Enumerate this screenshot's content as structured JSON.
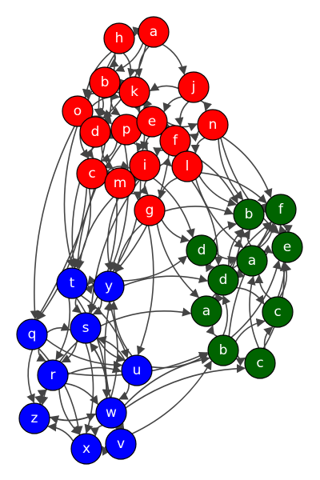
{
  "colors": {
    "red": "#ff0000",
    "blue": "#0000ff",
    "green": "#006400",
    "edge": "#444444"
  },
  "nodes": [
    {
      "id": "r_h",
      "label": "h",
      "group": "red"
    },
    {
      "id": "r_a",
      "label": "a",
      "group": "red"
    },
    {
      "id": "r_b",
      "label": "b",
      "group": "red"
    },
    {
      "id": "r_k",
      "label": "k",
      "group": "red"
    },
    {
      "id": "r_j",
      "label": "j",
      "group": "red"
    },
    {
      "id": "r_o",
      "label": "o",
      "group": "red"
    },
    {
      "id": "r_d",
      "label": "d",
      "group": "red"
    },
    {
      "id": "r_p",
      "label": "p",
      "group": "red"
    },
    {
      "id": "r_e",
      "label": "e",
      "group": "red"
    },
    {
      "id": "r_n",
      "label": "n",
      "group": "red"
    },
    {
      "id": "r_f",
      "label": "f",
      "group": "red"
    },
    {
      "id": "r_c",
      "label": "c",
      "group": "red"
    },
    {
      "id": "r_m",
      "label": "m",
      "group": "red"
    },
    {
      "id": "r_i",
      "label": "i",
      "group": "red"
    },
    {
      "id": "r_l",
      "label": "l",
      "group": "red"
    },
    {
      "id": "r_g",
      "label": "g",
      "group": "red"
    },
    {
      "id": "g_b1",
      "label": "b",
      "group": "green"
    },
    {
      "id": "g_f",
      "label": "f",
      "group": "green"
    },
    {
      "id": "g_d1",
      "label": "d",
      "group": "green"
    },
    {
      "id": "g_e",
      "label": "e",
      "group": "green"
    },
    {
      "id": "g_a1",
      "label": "a",
      "group": "green"
    },
    {
      "id": "g_d2",
      "label": "d",
      "group": "green"
    },
    {
      "id": "g_a2",
      "label": "a",
      "group": "green"
    },
    {
      "id": "g_c1",
      "label": "c",
      "group": "green"
    },
    {
      "id": "g_b2",
      "label": "b",
      "group": "green"
    },
    {
      "id": "g_c2",
      "label": "c",
      "group": "green"
    },
    {
      "id": "b_t",
      "label": "t",
      "group": "blue"
    },
    {
      "id": "b_y",
      "label": "y",
      "group": "blue"
    },
    {
      "id": "b_q",
      "label": "q",
      "group": "blue"
    },
    {
      "id": "b_s",
      "label": "s",
      "group": "blue"
    },
    {
      "id": "b_r",
      "label": "r",
      "group": "blue"
    },
    {
      "id": "b_u",
      "label": "u",
      "group": "blue"
    },
    {
      "id": "b_w",
      "label": "w",
      "group": "blue"
    },
    {
      "id": "b_z",
      "label": "z",
      "group": "blue"
    },
    {
      "id": "b_x",
      "label": "x",
      "group": "blue"
    },
    {
      "id": "b_v",
      "label": "v",
      "group": "blue"
    }
  ],
  "edges": [
    [
      "r_h",
      "r_b"
    ],
    [
      "r_a",
      "r_h"
    ],
    [
      "r_a",
      "r_b"
    ],
    [
      "r_a",
      "r_k"
    ],
    [
      "r_a",
      "r_j"
    ],
    [
      "r_h",
      "r_o"
    ],
    [
      "r_h",
      "r_k"
    ],
    [
      "r_b",
      "r_o"
    ],
    [
      "r_b",
      "r_d"
    ],
    [
      "r_k",
      "r_b"
    ],
    [
      "r_k",
      "r_e"
    ],
    [
      "r_j",
      "r_k"
    ],
    [
      "r_j",
      "r_n"
    ],
    [
      "r_j",
      "r_e"
    ],
    [
      "r_o",
      "r_d"
    ],
    [
      "r_o",
      "r_c"
    ],
    [
      "r_o",
      "r_p"
    ],
    [
      "r_d",
      "r_p"
    ],
    [
      "r_p",
      "r_e"
    ],
    [
      "r_e",
      "r_n"
    ],
    [
      "r_e",
      "r_f"
    ],
    [
      "r_n",
      "r_l"
    ],
    [
      "r_f",
      "r_l"
    ],
    [
      "r_f",
      "r_i"
    ],
    [
      "r_c",
      "r_m"
    ],
    [
      "r_d",
      "r_m"
    ],
    [
      "r_p",
      "r_i"
    ],
    [
      "r_m",
      "r_i"
    ],
    [
      "r_i",
      "r_l"
    ],
    [
      "r_i",
      "r_g"
    ],
    [
      "r_m",
      "r_g"
    ],
    [
      "r_l",
      "r_g"
    ],
    [
      "r_k",
      "r_i"
    ],
    [
      "r_b",
      "r_p"
    ],
    [
      "r_a",
      "r_d"
    ],
    [
      "r_h",
      "r_d"
    ],
    [
      "r_p",
      "r_c"
    ],
    [
      "r_j",
      "r_f"
    ],
    [
      "r_n",
      "r_f"
    ],
    [
      "r_e",
      "r_i"
    ],
    [
      "r_c",
      "r_i"
    ],
    [
      "r_d",
      "r_c"
    ],
    [
      "r_b",
      "r_e"
    ],
    [
      "r_k",
      "r_f"
    ],
    [
      "r_o",
      "r_k"
    ],
    [
      "r_g",
      "g_d1"
    ],
    [
      "r_g",
      "g_b1"
    ],
    [
      "r_l",
      "g_b1"
    ],
    [
      "r_l",
      "g_f"
    ],
    [
      "r_n",
      "g_b1"
    ],
    [
      "r_n",
      "g_f"
    ],
    [
      "r_l",
      "g_a1"
    ],
    [
      "r_i",
      "g_d1"
    ],
    [
      "r_g",
      "g_a2"
    ],
    [
      "r_l",
      "g_d2"
    ],
    [
      "r_n",
      "g_e"
    ],
    [
      "r_f",
      "g_b1"
    ],
    [
      "g_d1",
      "g_a1"
    ],
    [
      "g_d1",
      "g_b1"
    ],
    [
      "g_d1",
      "g_d2"
    ],
    [
      "g_a1",
      "g_b1"
    ],
    [
      "g_a1",
      "g_f"
    ],
    [
      "g_a1",
      "g_e"
    ],
    [
      "g_d2",
      "g_a1"
    ],
    [
      "g_d2",
      "g_b1"
    ],
    [
      "g_a2",
      "g_d2"
    ],
    [
      "g_a2",
      "g_a1"
    ],
    [
      "g_a2",
      "g_b1"
    ],
    [
      "g_b2",
      "g_a2"
    ],
    [
      "g_b2",
      "g_d2"
    ],
    [
      "g_b2",
      "g_c1"
    ],
    [
      "g_b2",
      "g_c2"
    ],
    [
      "g_c2",
      "g_c1"
    ],
    [
      "g_c1",
      "g_e"
    ],
    [
      "g_c1",
      "g_a1"
    ],
    [
      "g_c2",
      "g_e"
    ],
    [
      "g_c2",
      "g_a1"
    ],
    [
      "g_e",
      "g_f"
    ],
    [
      "g_b1",
      "g_f"
    ],
    [
      "g_d2",
      "g_f"
    ],
    [
      "g_d2",
      "g_c1"
    ],
    [
      "g_b2",
      "g_e"
    ],
    [
      "g_a2",
      "g_f"
    ],
    [
      "g_c1",
      "g_f"
    ],
    [
      "g_b2",
      "g_f"
    ],
    [
      "r_o",
      "b_t"
    ],
    [
      "r_h",
      "b_q"
    ],
    [
      "r_d",
      "b_t"
    ],
    [
      "r_c",
      "b_t"
    ],
    [
      "r_m",
      "b_y"
    ],
    [
      "r_m",
      "b_s"
    ],
    [
      "r_g",
      "b_y"
    ],
    [
      "r_i",
      "b_y"
    ],
    [
      "r_p",
      "b_t"
    ],
    [
      "r_c",
      "b_q"
    ],
    [
      "r_i",
      "b_s"
    ],
    [
      "r_g",
      "b_u"
    ],
    [
      "r_m",
      "b_t"
    ],
    [
      "r_p",
      "b_y"
    ],
    [
      "r_o",
      "b_q"
    ],
    [
      "r_f",
      "b_y"
    ],
    [
      "b_q",
      "b_r"
    ],
    [
      "b_q",
      "b_s"
    ],
    [
      "b_q",
      "b_z"
    ],
    [
      "b_q",
      "b_x"
    ],
    [
      "b_t",
      "b_s"
    ],
    [
      "b_t",
      "b_r"
    ],
    [
      "b_t",
      "b_y"
    ],
    [
      "b_y",
      "b_s"
    ],
    [
      "b_y",
      "b_t"
    ],
    [
      "b_s",
      "b_r"
    ],
    [
      "b_s",
      "b_u"
    ],
    [
      "b_s",
      "b_w"
    ],
    [
      "b_r",
      "b_z"
    ],
    [
      "b_r",
      "b_w"
    ],
    [
      "b_r",
      "b_x"
    ],
    [
      "b_u",
      "b_w"
    ],
    [
      "b_w",
      "b_x"
    ],
    [
      "b_w",
      "b_z"
    ],
    [
      "b_v",
      "b_w"
    ],
    [
      "b_v",
      "b_x"
    ],
    [
      "b_x",
      "b_z"
    ],
    [
      "b_v",
      "b_y"
    ],
    [
      "b_w",
      "b_y"
    ],
    [
      "b_u",
      "b_y"
    ],
    [
      "b_z",
      "b_w"
    ],
    [
      "b_r",
      "b_u"
    ],
    [
      "b_s",
      "b_z"
    ],
    [
      "b_t",
      "b_w"
    ],
    [
      "b_q",
      "b_u"
    ],
    [
      "b_s",
      "b_x"
    ],
    [
      "b_u",
      "b_s"
    ],
    [
      "b_z",
      "b_r"
    ],
    [
      "b_w",
      "b_s"
    ],
    [
      "b_t",
      "b_u"
    ],
    [
      "b_y",
      "g_d1"
    ],
    [
      "b_s",
      "g_a2"
    ],
    [
      "b_u",
      "g_b2"
    ],
    [
      "b_w",
      "g_c2"
    ],
    [
      "b_v",
      "g_b2"
    ],
    [
      "b_w",
      "g_b2"
    ],
    [
      "b_r",
      "g_b2"
    ],
    [
      "b_y",
      "g_d2"
    ]
  ]
}
